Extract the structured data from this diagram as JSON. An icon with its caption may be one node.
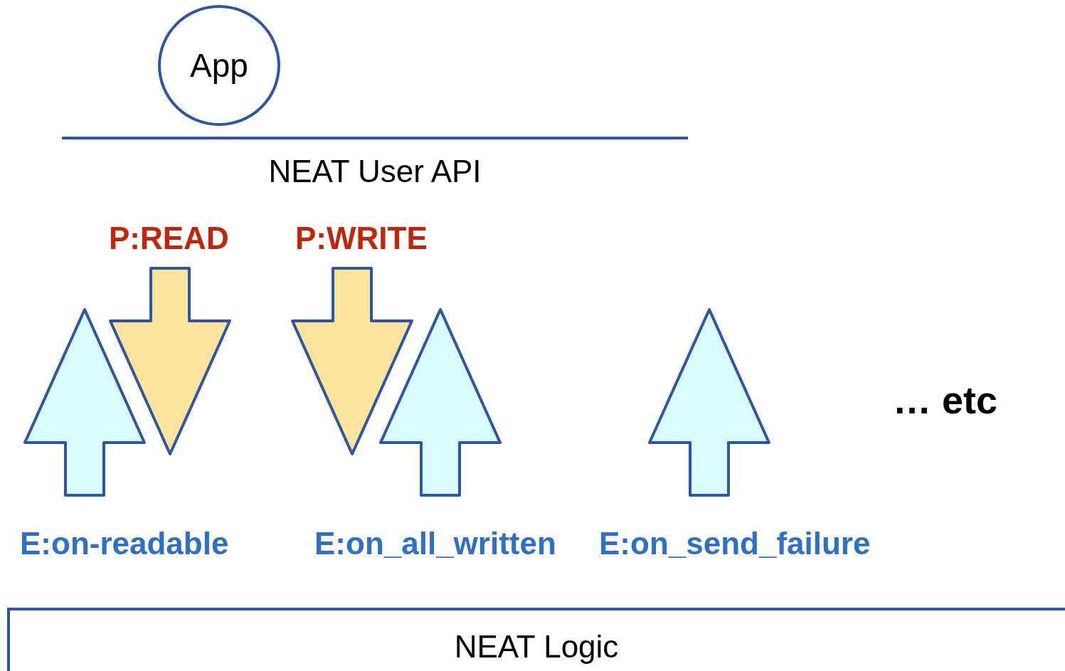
{
  "diagram": {
    "nodes": [
      {
        "text": [
          "App"
        ]
      },
      {
        "text": [
          "NEAT User API"
        ]
      },
      {
        "text": [],
        "shape": "arrow",
        "beside": [
          "E:on-readable"
        ]
      },
      {
        "text": [],
        "shape": "arrow",
        "beside": [
          "P:READ"
        ]
      },
      {
        "text": [],
        "shape": "arrow",
        "beside": [
          "P:WRITE"
        ]
      },
      {
        "text": [],
        "shape": "arrow",
        "beside": [
          "E:on_all_written"
        ]
      },
      {
        "text": [],
        "shape": "arrow",
        "beside": [
          "E:on_send_failure"
        ]
      },
      {
        "text": [
          "NEAT Logic"
        ]
      }
    ],
    "labels": [
      "… etc"
    ]
  }
}
